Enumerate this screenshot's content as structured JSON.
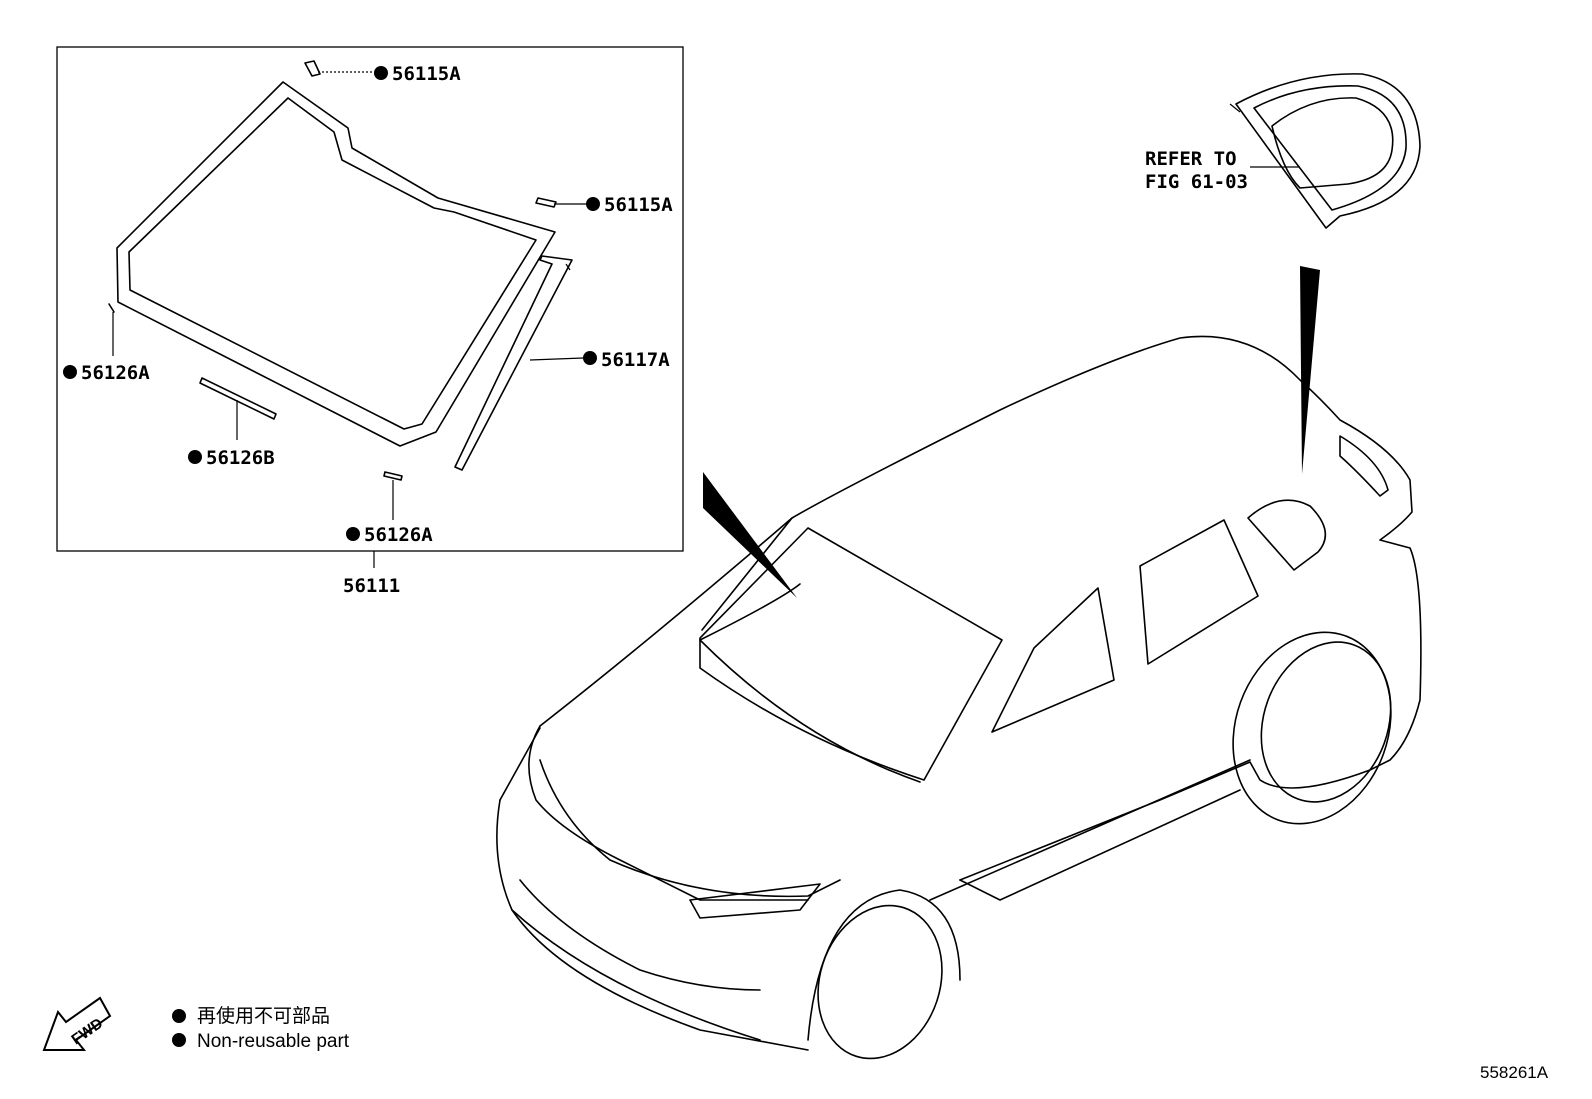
{
  "callouts": {
    "upper_clip_1": "56115A",
    "upper_clip_2": "56115A",
    "side_molding": "56117A",
    "lower_clip_left": "56126A",
    "lower_molding": "56126B",
    "lower_clip_bottom": "56126A",
    "assembly": "56111"
  },
  "reference": {
    "line1": "REFER TO",
    "line2": "FIG 61-03"
  },
  "legend": {
    "jp": "再使用不可部品",
    "en": "Non-reusable part"
  },
  "direction_label": "FWD",
  "figure_id": "558261A"
}
